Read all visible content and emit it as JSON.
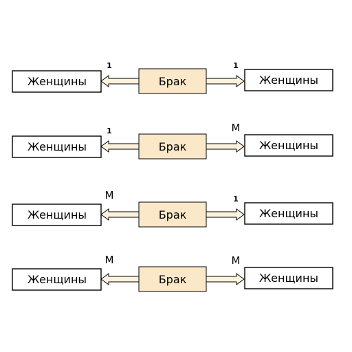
{
  "diagrams": [
    {
      "left_entity": "Женщины",
      "relationship": "Брак",
      "right_entity": "Женщины",
      "left_cardinality": "1",
      "right_cardinality": "1"
    },
    {
      "left_entity": "Женщины",
      "relationship": "Брак",
      "right_entity": "Женщины",
      "left_cardinality": "1",
      "right_cardinality": "M"
    },
    {
      "left_entity": "Женщины",
      "relationship": "Брак",
      "right_entity": "Женщины",
      "left_cardinality": "M",
      "right_cardinality": "1"
    },
    {
      "left_entity": "Женщины",
      "relationship": "Брак",
      "right_entity": "Женщины",
      "left_cardinality": "M",
      "right_cardinality": "M"
    }
  ],
  "colors": {
    "relationship_fill": "#fbe8c8",
    "arrow_fill": "#fdf2dd",
    "stroke": "#000000"
  }
}
